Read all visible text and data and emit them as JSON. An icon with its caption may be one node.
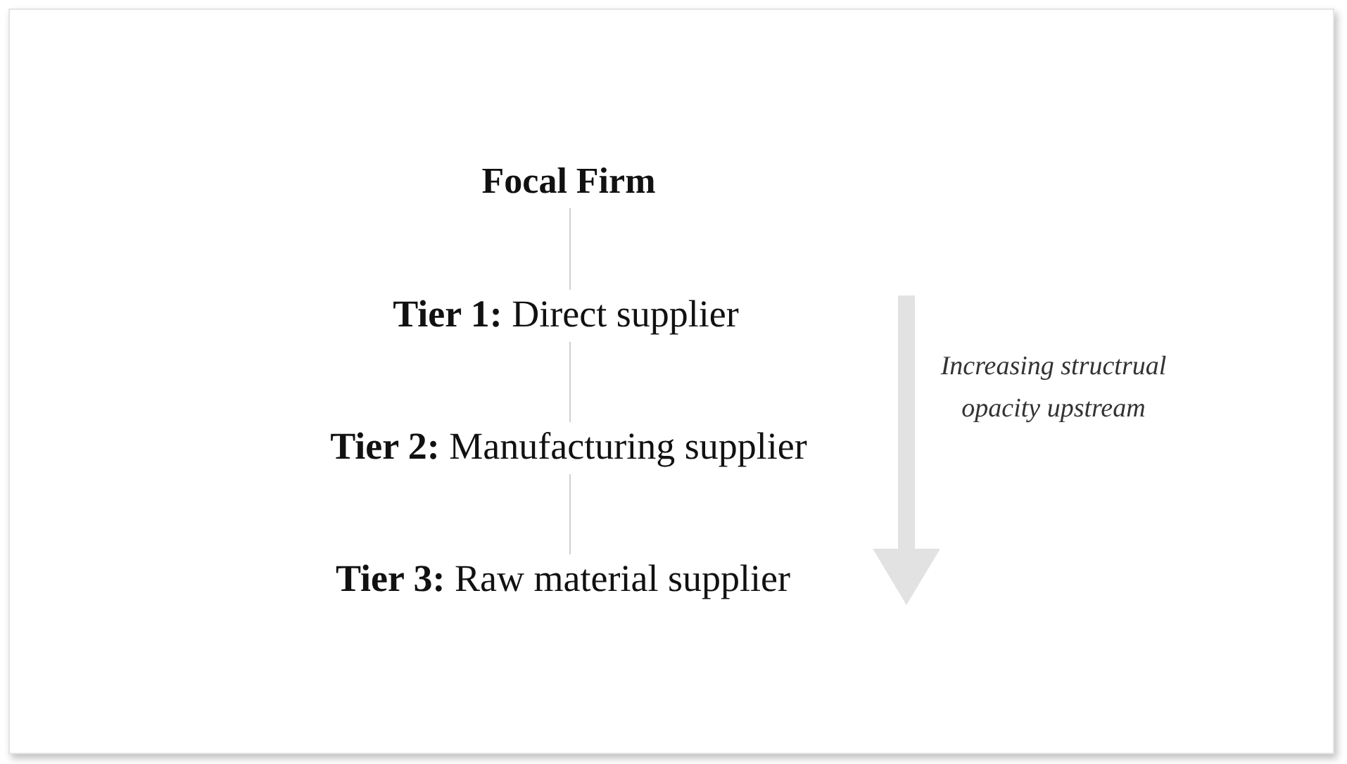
{
  "diagram": {
    "nodes": [
      {
        "text": [
          "Focal Firm"
        ]
      },
      {
        "text": [
          "**Tier 1:** Direct supplier"
        ]
      },
      {
        "text": [
          "**Tier 2:** Manufacturing supplier"
        ]
      },
      {
        "text": [
          "**Tier 3:** Raw material supplier"
        ]
      }
    ],
    "edges": [
      {
        "from": 0,
        "to": 1,
        "arrow": "none"
      },
      {
        "from": 1,
        "to": 2,
        "arrow": "none"
      },
      {
        "from": 2,
        "to": 3,
        "arrow": "none"
      }
    ],
    "labels": [
      "Increasing structrual opacity upstream"
    ]
  }
}
